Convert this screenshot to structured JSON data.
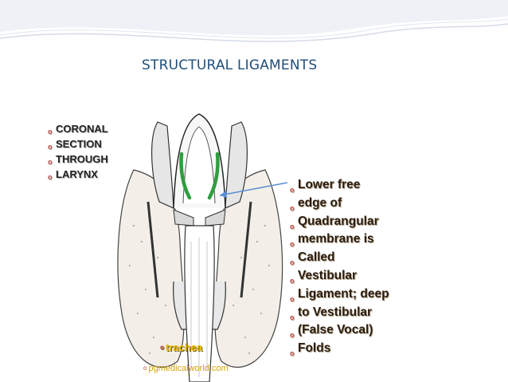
{
  "slide": {
    "title": "STRUCTURAL LIGAMENTS",
    "bullet_symbol": "o",
    "left_bullets": [
      "CORONAL",
      "SECTION",
      "THROUGH",
      "LARYNX"
    ],
    "right_bullets": [
      "Lower free",
      "edge of",
      "Quadrangular",
      "membrane is",
      "Called",
      "Vestibular",
      "Ligament; deep",
      "to Vestibular",
      "(False Vocal)",
      "Folds"
    ],
    "image_label": "trachea",
    "credit": "pgmedicalworld.com"
  },
  "colors": {
    "title": "#1f4e79",
    "ligament_highlight": "#2e9e3e",
    "pointer_arrow": "#5b8fd6",
    "trachea_label": "#f2c000",
    "bullet": "#c0504d"
  }
}
